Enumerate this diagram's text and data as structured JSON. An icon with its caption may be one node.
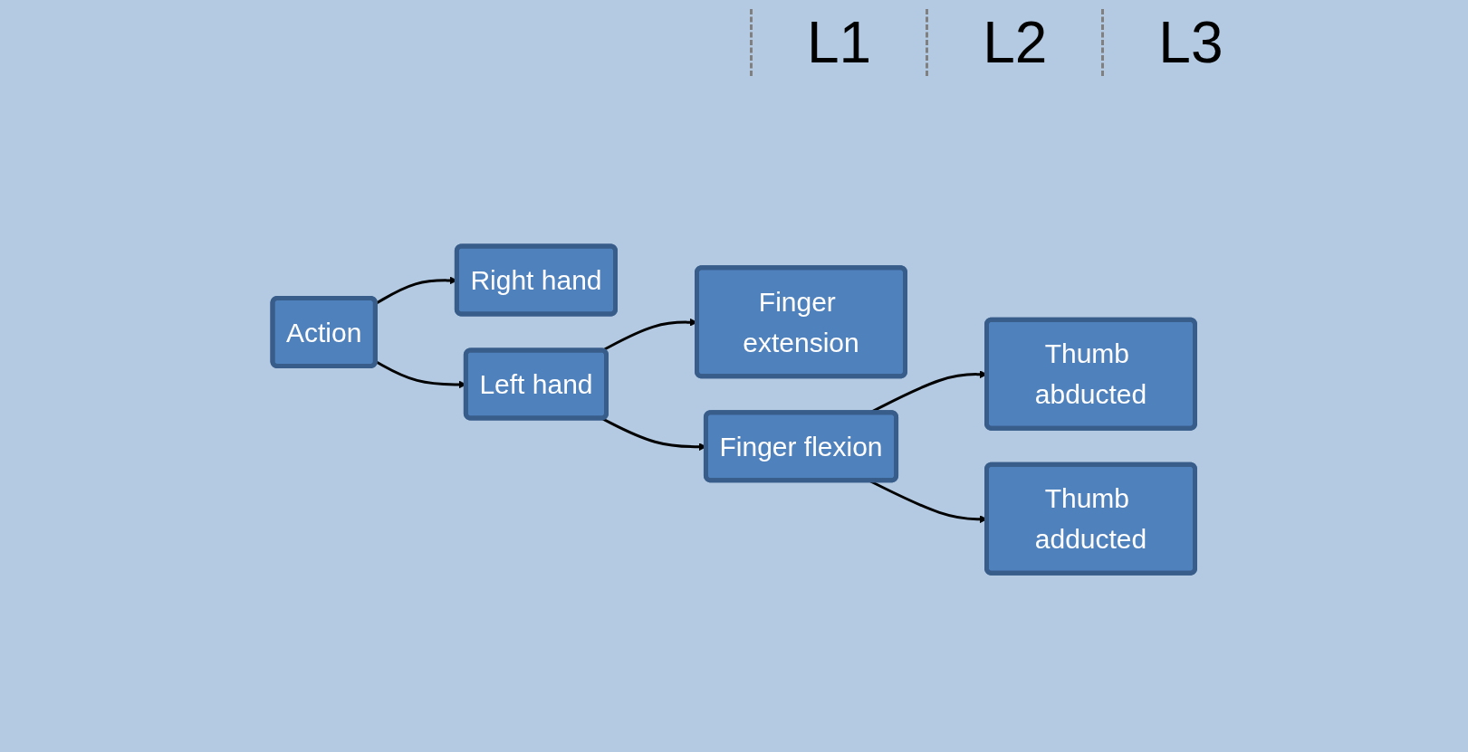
{
  "diagram": {
    "nodes": [
      {
        "text": [
          "Action"
        ]
      },
      {
        "text": [
          "Right hand"
        ]
      },
      {
        "text": [
          "Left hand"
        ]
      },
      {
        "text": [
          "Finger extension"
        ]
      },
      {
        "text": [
          "Finger flexion"
        ]
      },
      {
        "text": [
          "Thumb abducted"
        ]
      },
      {
        "text": [
          "Thumb adducted"
        ]
      }
    ],
    "edges": [
      {
        "from": 0,
        "to": 1,
        "arrow": "to"
      },
      {
        "from": 0,
        "to": 2,
        "arrow": "to"
      },
      {
        "from": 2,
        "to": 3,
        "arrow": "to"
      },
      {
        "from": 2,
        "to": 4,
        "arrow": "to"
      },
      {
        "from": 4,
        "to": 5,
        "arrow": "to"
      },
      {
        "from": 4,
        "to": 6,
        "arrow": "to"
      }
    ],
    "labels": [
      "L1",
      "L2",
      "L3"
    ]
  }
}
